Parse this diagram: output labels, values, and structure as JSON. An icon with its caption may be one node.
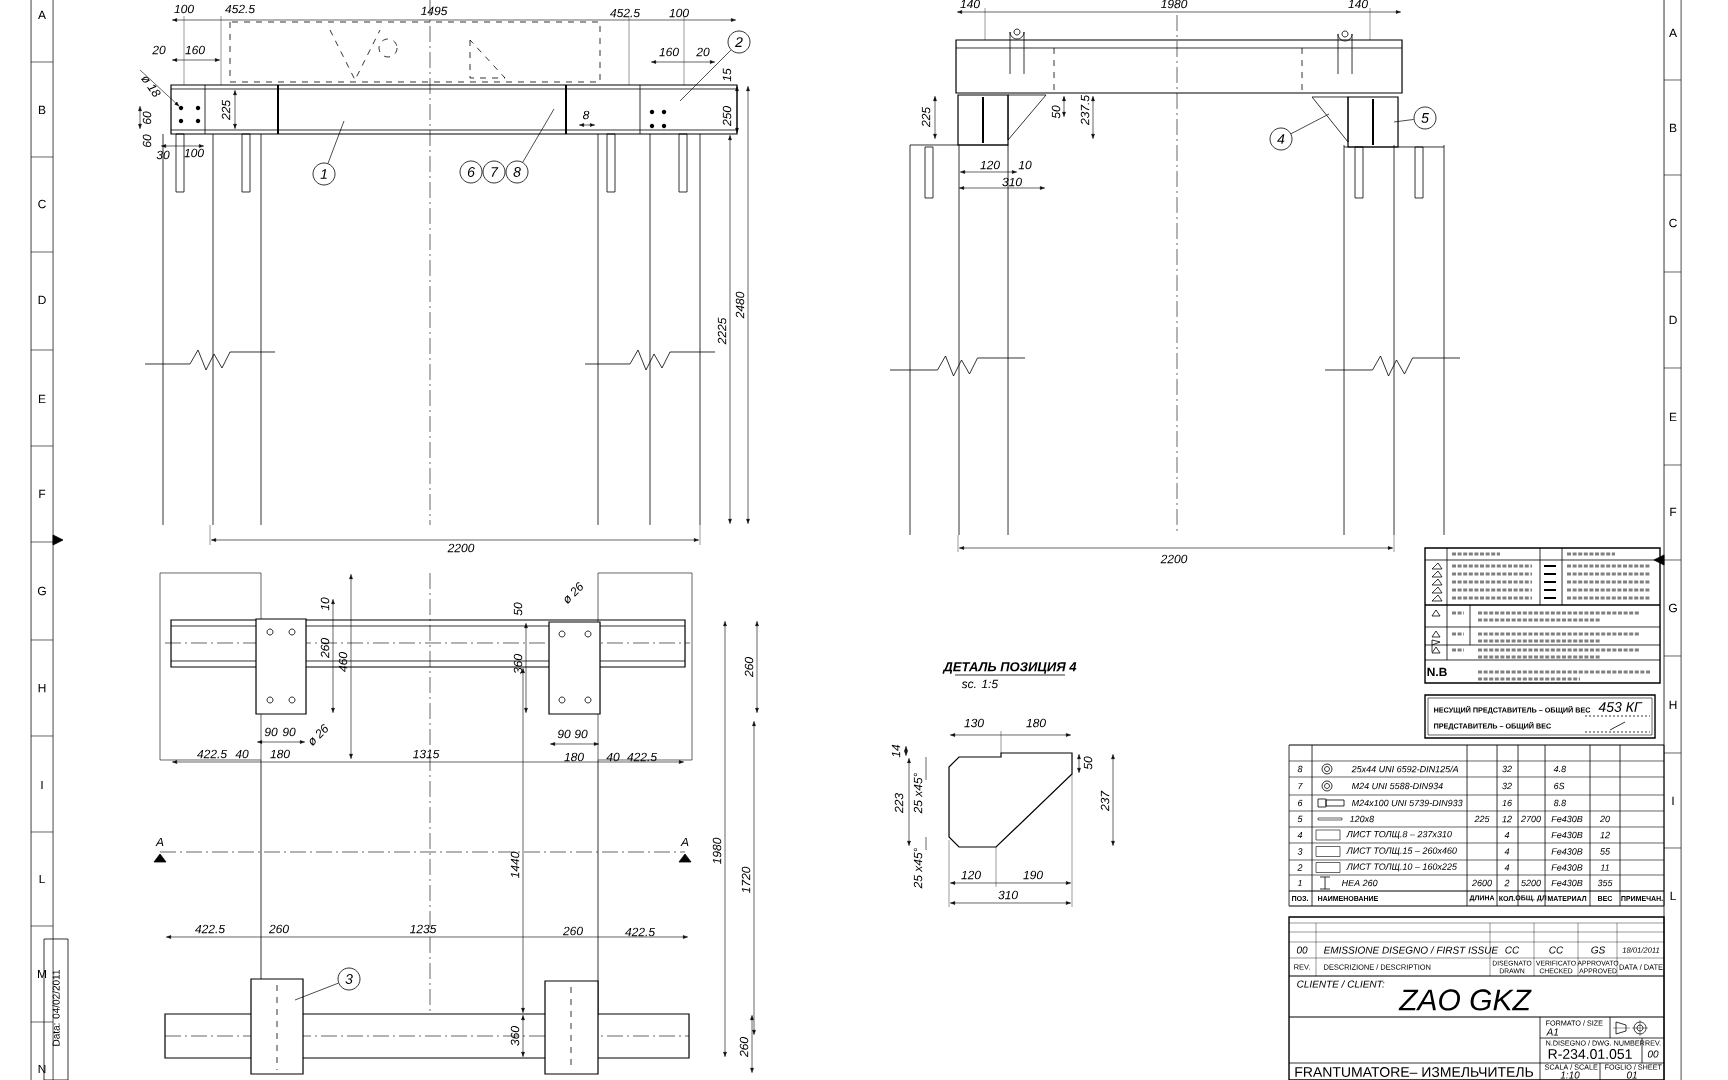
{
  "diagram": {
    "nodes": [
      {
        "text": [
          "1"
        ]
      },
      {
        "text": [
          "2"
        ]
      },
      {
        "text": [
          "6"
        ]
      },
      {
        "text": [
          "7"
        ]
      },
      {
        "text": [
          "8"
        ]
      },
      {
        "text": [
          "4"
        ]
      },
      {
        "text": [
          "5"
        ]
      },
      {
        "text": [
          "3"
        ]
      }
    ],
    "edges": [
      {
        "from": 0,
        "to": null,
        "arrow": "none"
      },
      {
        "from": 1,
        "to": null,
        "arrow": "none"
      },
      {
        "from": 4,
        "to": null,
        "arrow": "none"
      },
      {
        "from": 5,
        "to": null,
        "arrow": "none"
      },
      {
        "from": 6,
        "to": null,
        "arrow": "none"
      },
      {
        "from": 7,
        "to": null,
        "arrow": "none"
      }
    ],
    "labels": [
      "100",
      "452.5",
      "1495",
      "452.5",
      "100",
      "20",
      "160",
      "160",
      "20",
      "15",
      "ø 18",
      "60",
      "60",
      "225",
      "8",
      "250",
      "30",
      "100",
      "2480",
      "2225",
      "2200",
      "140",
      "1980",
      "140",
      "225",
      "50",
      "237.5",
      "120",
      "10",
      "310",
      "2200",
      "10",
      "260",
      "460",
      "ø 26",
      "50",
      "ø 26",
      "360",
      "90",
      "90",
      "90",
      "90",
      "422.5",
      "40",
      "180",
      "1315",
      "180",
      "40",
      "422.5",
      "260",
      "1440",
      "1980",
      "1720",
      "A",
      "A",
      "422.5",
      "260",
      "1235",
      "260",
      "422.5",
      "360",
      "260",
      "ДЕТАЛЬ ПОЗИЦИЯ 4",
      "sc. 1:5",
      "130",
      "180",
      "14",
      "25 x45°",
      "223",
      "50",
      "237",
      "25 x45°",
      "120",
      "190",
      "310",
      "N.B",
      "НЕСУЩИЙ ПРЕДСТАВИТЕЛЬ – ОБЩИЙ ВЕС",
      "453 КГ",
      "ПРЕДСТАВИТЕЛЬ – ОБЩИЙ ВЕС",
      "8",
      "25x44 UNI 6592-DIN125/A",
      "32",
      "4.8",
      "7",
      "M24 UNI 5588-DIN934",
      "32",
      "6S",
      "6",
      "M24x100 UNI 5739-DIN933",
      "16",
      "8.8",
      "5",
      "120x8",
      "225",
      "12",
      "2700",
      "Fe430B",
      "20",
      "4",
      "ЛИСТ ТОЛЩ.8 – 237x310",
      "4",
      "Fe430B",
      "12",
      "3",
      "ЛИСТ ТОЛЩ.15 – 260x460",
      "4",
      "Fe430B",
      "55",
      "2",
      "ЛИСТ ТОЛЩ.10 – 160x225",
      "4",
      "Fe430B",
      "11",
      "1",
      "HEA 260",
      "2600",
      "2",
      "5200",
      "Fe430B",
      "355",
      "ПОЗ.",
      "НАИМЕНОВАНИЕ",
      "ДЛИНА",
      "КОЛ.",
      "ОБЩ. ДЛ",
      "МАТЕРИАЛ",
      "ВЕС",
      "ПРИМЕЧАН.",
      "00",
      "EMISSIONE DISEGNO / FIRST ISSUE",
      "CC",
      "CC",
      "GS",
      "18/01/2011",
      "REV.",
      "DESCRIZIONE / DESCRIPTION",
      "DISEGNATO DRAWN",
      "VERIFICATO CHECKED",
      "APPROVATO APPROVED",
      "DATA / DATE",
      "CLIENTE / CLIENT:",
      "ZAO GKZ",
      "FORMATO / SIZE",
      "A1",
      "N.DISEGNO / DWG. NUMBER",
      "REV.",
      "R-234.01.051",
      "00",
      "FRANTUMATORE– ИЗМЕЛЬЧИТЕЛЬ",
      "SCALA / SCALE",
      "1:10",
      "FOGLIO / SHEET",
      "01",
      "Data: 04/02/2011",
      "A",
      "B",
      "C",
      "D",
      "E",
      "F",
      "G",
      "H",
      "I",
      "L",
      "M",
      "N",
      "A",
      "B",
      "C",
      "D",
      "E",
      "F",
      "G",
      "H",
      "I",
      "L"
    ]
  }
}
